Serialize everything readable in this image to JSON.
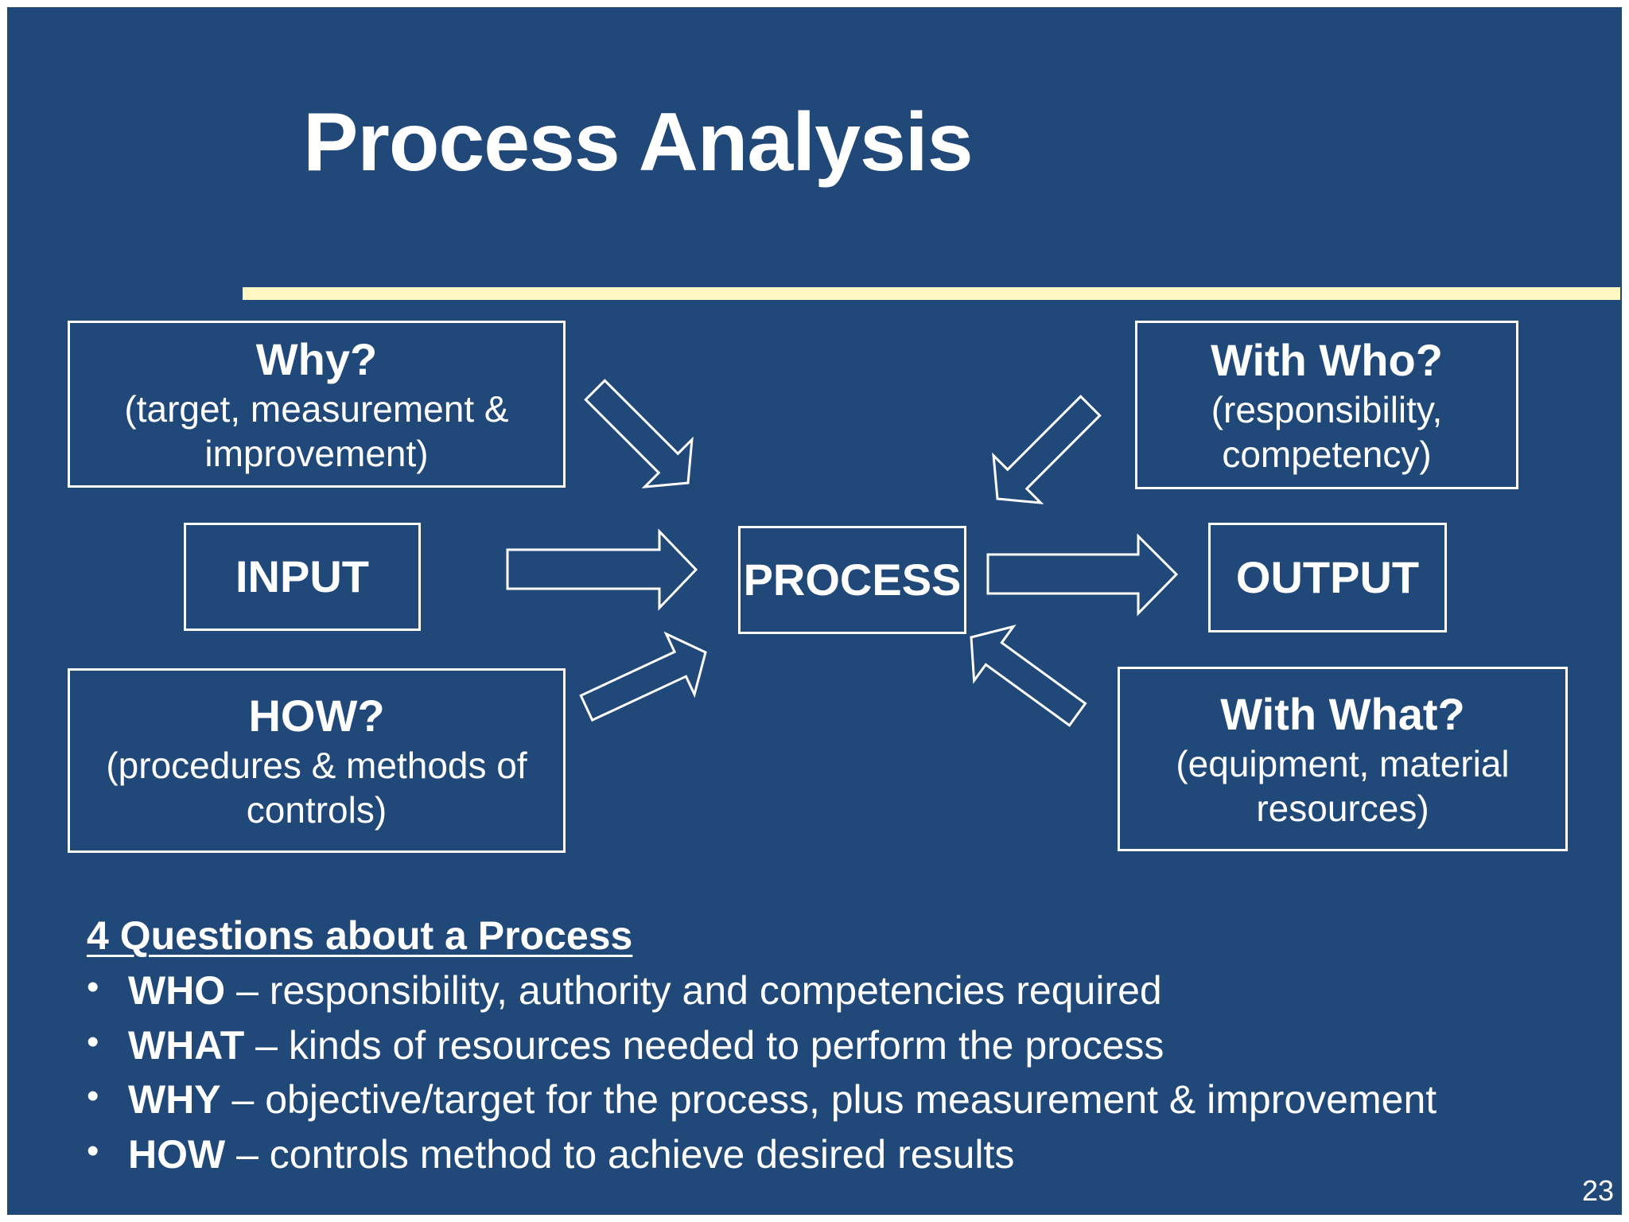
{
  "slide": {
    "title": "Process Analysis",
    "page_number": "23"
  },
  "diagram": {
    "why": {
      "head": "Why?",
      "sub": "(target, measurement & improvement)"
    },
    "with_who": {
      "head": "With Who?",
      "sub": "(responsibility, competency)"
    },
    "input": {
      "label": "INPUT"
    },
    "process": {
      "label": "PROCESS"
    },
    "output": {
      "label": "OUTPUT"
    },
    "how": {
      "head": "HOW?",
      "sub": "(procedures & methods of controls)"
    },
    "with_what": {
      "head": "With What?",
      "sub": "(equipment, material resources)"
    }
  },
  "questions": {
    "title": "4 Questions about a Process",
    "items": [
      {
        "keyword": "WHO",
        "text": " – responsibility, authority and competencies required"
      },
      {
        "keyword": "WHAT",
        "text": " – kinds of resources needed to perform the process"
      },
      {
        "keyword": "WHY",
        "text": " – objective/target for the process, plus measurement & improvement"
      },
      {
        "keyword": "HOW",
        "text": " – controls method to achieve desired results"
      }
    ]
  },
  "colors": {
    "background": "#204879",
    "accent_rule": "#fff8c2",
    "foreground": "#ffffff"
  }
}
